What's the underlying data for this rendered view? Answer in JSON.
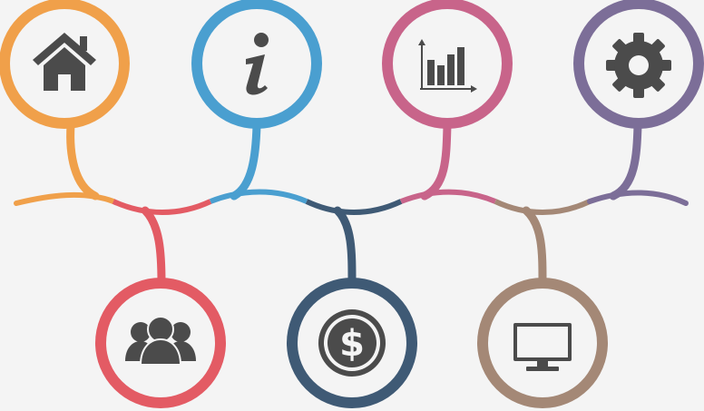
{
  "watermark_text": "",
  "nodes": [
    {
      "id": "home",
      "icon": "home-icon",
      "color": "#f0a04a"
    },
    {
      "id": "info",
      "icon": "info-icon",
      "color": "#4a9fd0"
    },
    {
      "id": "chart",
      "icon": "bar-chart-icon",
      "color": "#c8648a"
    },
    {
      "id": "settings",
      "icon": "gear-icon",
      "color": "#7c6e98"
    },
    {
      "id": "team",
      "icon": "people-icon",
      "color": "#e35b64"
    },
    {
      "id": "money",
      "icon": "dollar-icon",
      "color": "#3f5a75"
    },
    {
      "id": "monitor",
      "icon": "monitor-icon",
      "color": "#a48876"
    }
  ],
  "icon_color": "#4b4b4b"
}
